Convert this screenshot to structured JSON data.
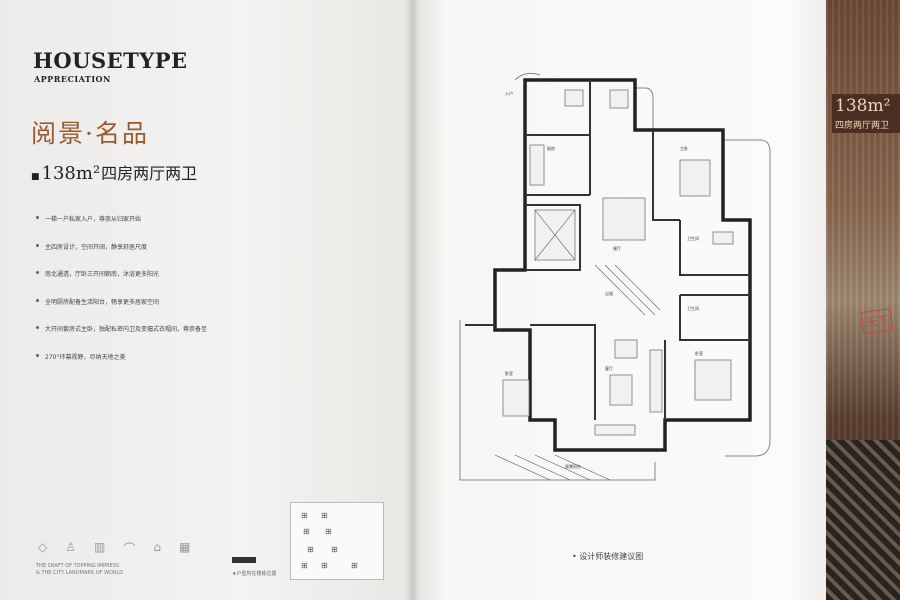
{
  "left_page": {
    "title_main": "HOUSETYPE",
    "title_sub": "APPRECIATION",
    "headline": "阅景·名品",
    "spec": {
      "marker": "■",
      "area": "138m²",
      "rooms": "四房两厅两卫"
    },
    "features": [
      "一梯一户私家入户，尊崇从归家开始",
      "主四房设计，空间开阔，静享舒居尺度",
      "南北通透，厅卧三开间朝南，沐浴更多阳光",
      "全明厨房配备生活阳台，畅享更多居家空间",
      "大开间套房式主卧，独配私密内卫及变幅式衣帽间，尊崇备至",
      "270°环幕视野，尽纳天地之美"
    ],
    "icons": [
      "◇",
      "♙",
      "▥",
      "⌒",
      "⌂",
      "▦"
    ],
    "slogan_line1": "THE CRAFT OF TOPPING IMPRESS",
    "slogan_line2": "& THE CITY LANDMARK OF WORLD",
    "thumb_caption": "★户型所在楼栋位置"
  },
  "right_page": {
    "caption": "• 设计师装修建议图",
    "room_labels": {
      "bedroom_a": "卧室",
      "bedroom_b": "卧室",
      "master": "主卧",
      "living": "客厅",
      "dining": "餐厅",
      "kitchen": "厨房",
      "bath_a": "卫生间",
      "bath_b": "卫生间",
      "balcony": "观景阳台",
      "entry": "入户",
      "corridor": "过道"
    }
  },
  "photo": {
    "area": "138m²",
    "sub": "四房两厅两卫",
    "stamp": "天下"
  }
}
